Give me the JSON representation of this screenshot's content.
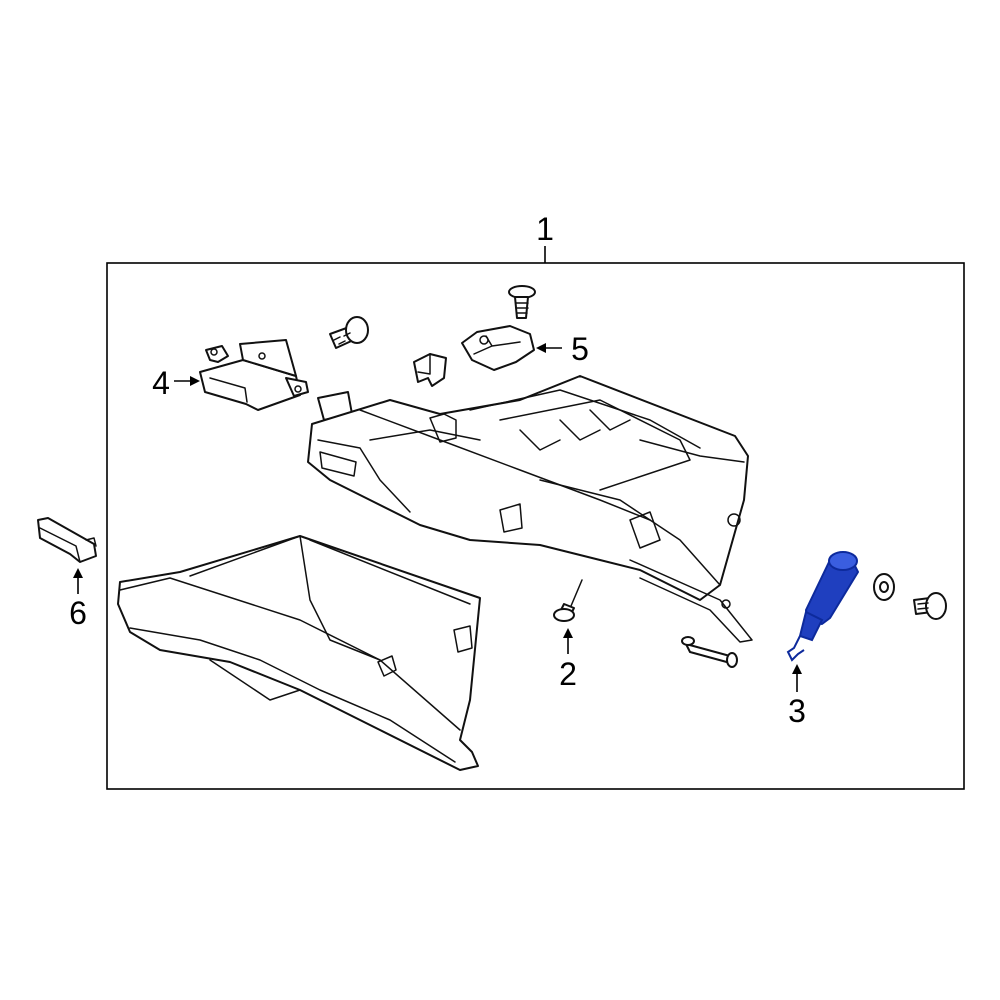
{
  "diagram": {
    "callouts": [
      {
        "id": "1",
        "label": "1"
      },
      {
        "id": "2",
        "label": "2"
      },
      {
        "id": "3",
        "label": "3"
      },
      {
        "id": "4",
        "label": "4"
      },
      {
        "id": "5",
        "label": "5"
      },
      {
        "id": "6",
        "label": "6"
      }
    ],
    "colors": {
      "line": "#111111",
      "background": "#ffffff",
      "highlight_part": "#1f3fbf",
      "highlight_part_dark": "#0d2a9c"
    },
    "highlighted_part": "3"
  }
}
